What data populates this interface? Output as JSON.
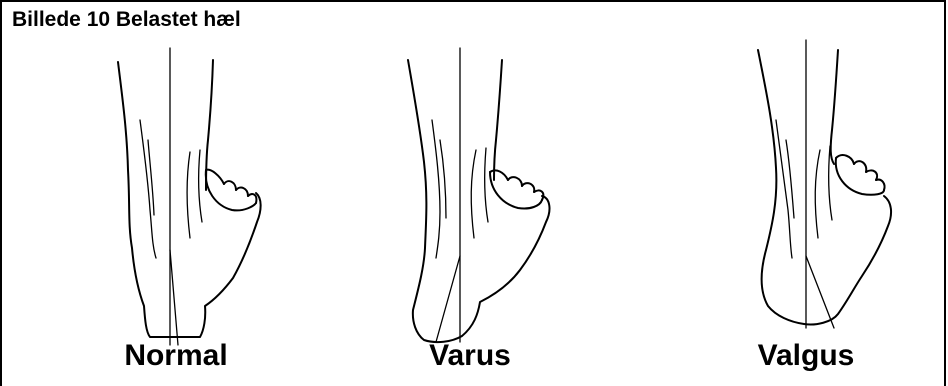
{
  "figure": {
    "title": "Billede 10 Belastet hæl",
    "panels": [
      {
        "label": "Normal"
      },
      {
        "label": "Varus"
      },
      {
        "label": "Valgus"
      }
    ]
  }
}
